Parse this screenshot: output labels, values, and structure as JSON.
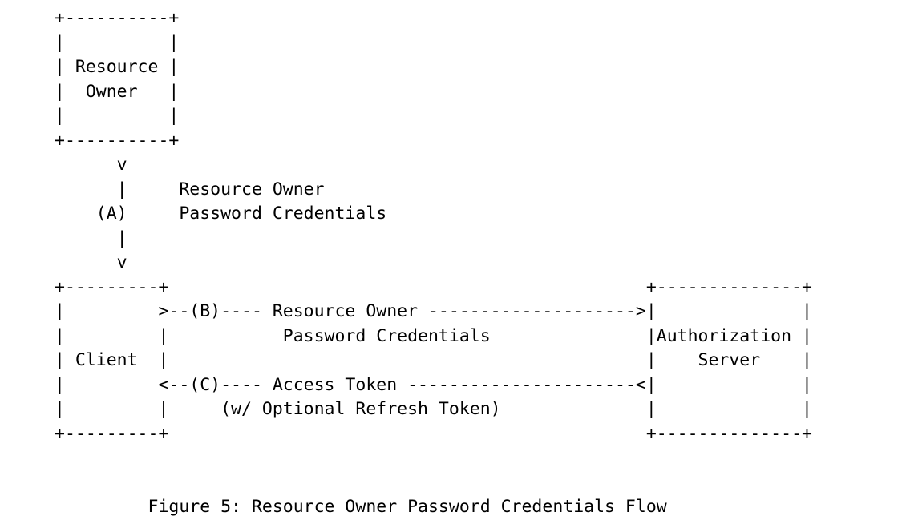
{
  "figure": {
    "number": "5",
    "caption": "Figure 5: Resource Owner Password Credentials Flow",
    "title": "Resource Owner Password Credentials Flow",
    "background_color": "#ffffff",
    "text_color": "#000000"
  },
  "nodes": {
    "resource_owner": {
      "label_line_1": "Resource",
      "label_line_2": "Owner",
      "label": "Resource Owner",
      "box_width_chars": 12
    },
    "client": {
      "label": "Client",
      "box_width_chars": 11
    },
    "authorization_server": {
      "label_line_1": "Authorization",
      "label_line_2": "Server",
      "label": "Authorization Server",
      "box_width_chars": 16
    }
  },
  "steps": [
    {
      "id": "A",
      "marker": "(A)",
      "label_line_1": "Resource Owner",
      "label_line_2": "Password Credentials",
      "from": "resource_owner",
      "to": "client",
      "direction": "down"
    },
    {
      "id": "B",
      "marker": "(B)",
      "label_line_1": "Resource Owner",
      "label_line_2": "Password Credentials",
      "from": "client",
      "to": "authorization_server",
      "direction": "right"
    },
    {
      "id": "C",
      "marker": "(C)",
      "label_line_1": "Access Token",
      "label_line_2": "(w/ Optional Refresh Token)",
      "from": "authorization_server",
      "to": "client",
      "direction": "left"
    }
  ],
  "ascii": {
    "diagram": "+----------+\n|          |\n| Resource |\n|  Owner   |\n|          |\n+----------+\n     v\n     |    Resource Owner\n    (A) Password Credentials\n     |\n     v\n+---------+                                  +--------------+\n|         |>--(B)---- Resource Owner ------->|              |\n|         |          Password Credentials     | Authorization |\n| Client  |                                  |    Server    |\n|         |<--(C)---- Access Token ---------<|              |\n|         |    (w/ Optional Refresh Token)   |              |\n+---------+                                  +--------------+",
    "lines": [
      "+----------+",
      "|          |",
      "| Resource |",
      "|  Owner   |",
      "|          |",
      "+----------+",
      "     v",
      "     |    Resource Owner",
      "    (A) Password Credentials",
      "     |",
      "     v",
      "+---------+                                +--------------+",
      "|         |>--(B)---- Resource Owner ------->|              |",
      "|         |          Password Credentials    | Authorization |",
      "| Client  |                                  |    Server    |",
      "|         |<--(C)---- Access Token ---------<|              |",
      "|         |    (w/ Optional Refresh Token)   |              |",
      "+---------+                                +--------------+"
    ],
    "caption_line": "         Figure 5: Resource Owner Password Credentials Flow"
  }
}
